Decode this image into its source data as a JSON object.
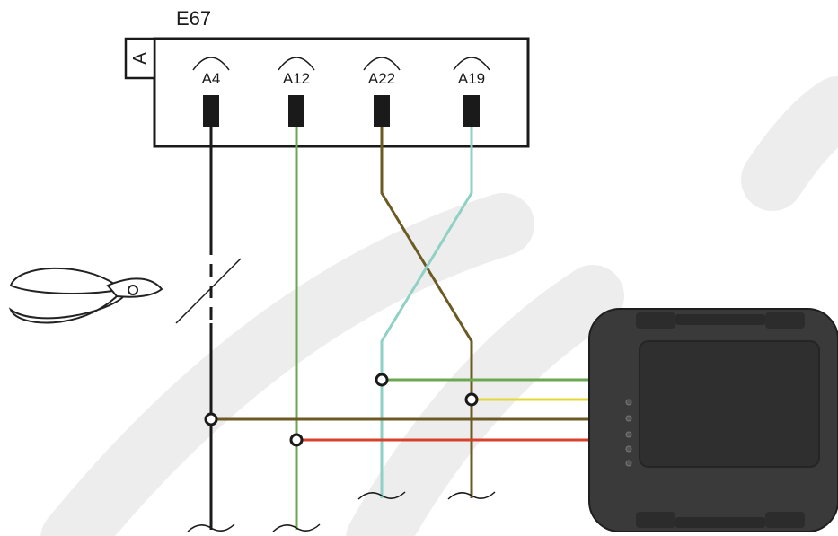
{
  "connector": {
    "name": "E67",
    "side_label": "A"
  },
  "pins": [
    {
      "label": "A4",
      "wire_color": "#1a1a1a"
    },
    {
      "label": "A12",
      "wire_color": "#6aa84f"
    },
    {
      "label": "A22",
      "wire_color": "#6b5a23"
    },
    {
      "label": "A19",
      "wire_color": "#8fd1c4"
    }
  ],
  "probe_leads": [
    {
      "from_pin": "A22",
      "color": "#6aa84f"
    },
    {
      "from_pin": "A19",
      "color": "#e3d73a"
    },
    {
      "from_pin": "A4",
      "color": "#6b5a23"
    },
    {
      "from_pin": "A12",
      "color": "#d9402b"
    }
  ],
  "tools": {
    "cutter": "wire-cutter-icon",
    "scope": "breakout-box-icon"
  },
  "colors": {
    "outline": "#1a1a1a",
    "watermark": "#ededed",
    "device_body": "#3a3a3a",
    "device_screen": "#2f2f2f"
  }
}
